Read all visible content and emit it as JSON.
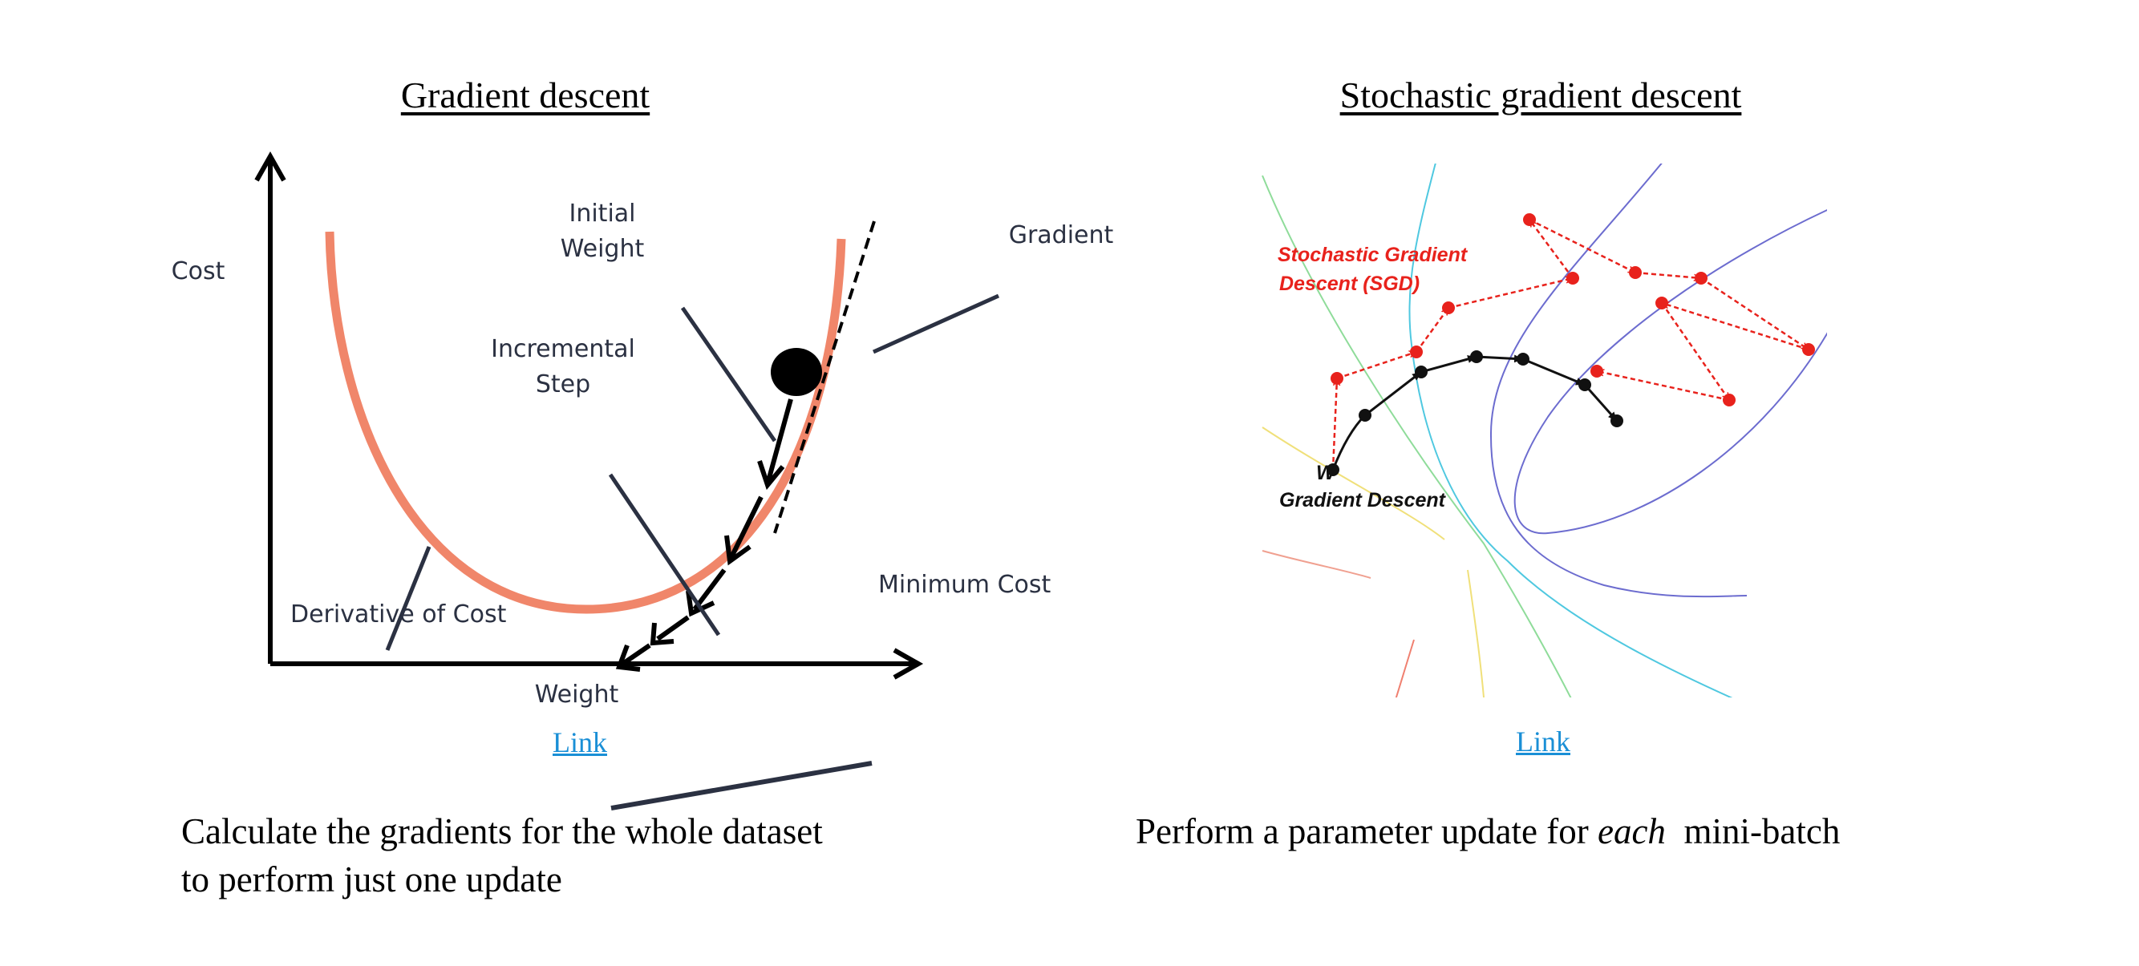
{
  "left": {
    "title": "Gradient descent",
    "diagram": {
      "y_axis_label": "Cost",
      "x_axis_label": "Weight",
      "initial_weight_label": [
        "Initial",
        "Weight"
      ],
      "gradient_label": "Gradient",
      "incremental_step_label": [
        "Incremental",
        "Step"
      ],
      "derivative_label": "Derivative of Cost",
      "minimum_cost_label": "Minimum Cost",
      "colors": {
        "curve": "#f0866a",
        "labels": "#2b3142"
      }
    },
    "link": "Link",
    "caption": [
      "Calculate the gradients for the whole dataset",
      "to perform just one update"
    ]
  },
  "right": {
    "title": "Stochastic gradient descent",
    "diagram": {
      "sgd_label": [
        "Stochastic Gradient",
        "Descent (SGD)"
      ],
      "start_label": "W",
      "gd_label": "Gradient Descent",
      "colors": {
        "sgd": "#e8221c",
        "gd": "#111111"
      }
    },
    "link": "Link",
    "caption": {
      "before": "Perform a parameter update for ",
      "emphasis": "each",
      "after": "  mini-batch"
    }
  }
}
